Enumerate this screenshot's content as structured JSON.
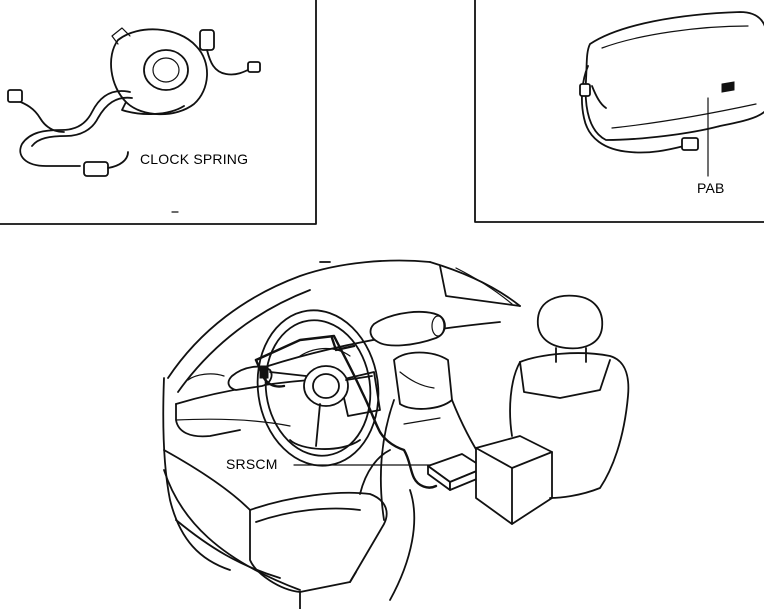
{
  "labels": {
    "clock_spring": "CLOCK SPRING",
    "pab": "PAB",
    "srscm": "SRSCM"
  },
  "colors": {
    "line": "#111111",
    "background": "#ffffff"
  }
}
